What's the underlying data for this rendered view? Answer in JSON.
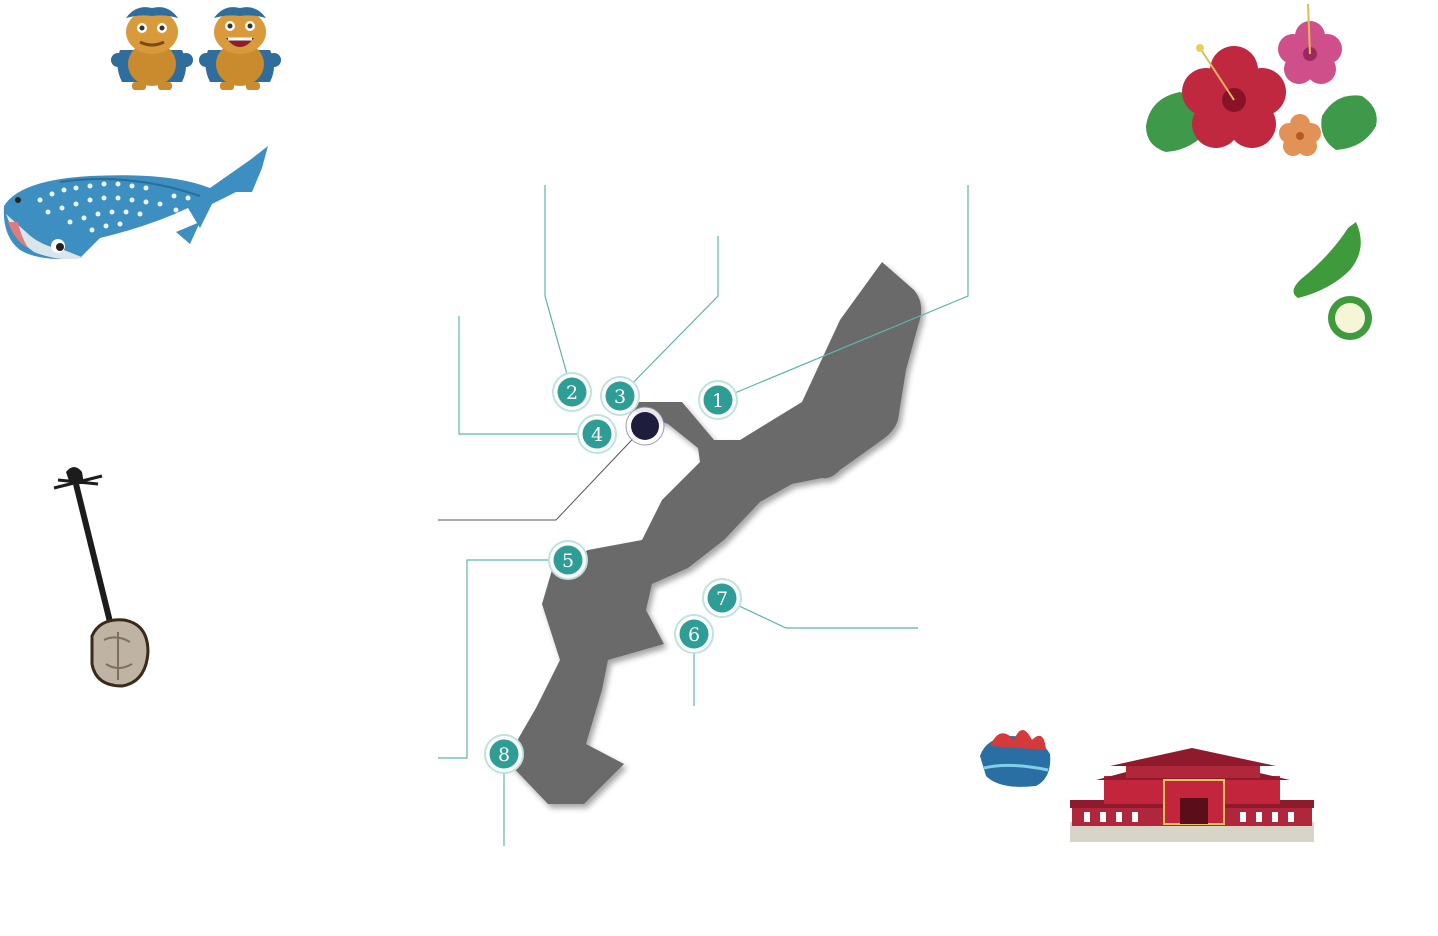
{
  "map": {
    "island_color": "#6b6b6b",
    "leader_line_color": "#5fb3ad",
    "marker_color": "#2e9d95",
    "current_location_color": "#1f1d3d"
  },
  "markers": [
    {
      "label": "1"
    },
    {
      "label": "2"
    },
    {
      "label": "3"
    },
    {
      "label": "4"
    },
    {
      "label": "5"
    },
    {
      "label": "6"
    },
    {
      "label": "7"
    },
    {
      "label": "8"
    }
  ],
  "decorations": [
    {
      "icon": "shisa-lion-dogs-icon"
    },
    {
      "icon": "whale-shark-icon"
    },
    {
      "icon": "sanshin-instrument-icon"
    },
    {
      "icon": "hibiscus-flowers-icon"
    },
    {
      "icon": "goya-bitter-melon-icon"
    },
    {
      "icon": "hanagasa-hat-icon"
    },
    {
      "icon": "shuri-castle-icon"
    }
  ]
}
